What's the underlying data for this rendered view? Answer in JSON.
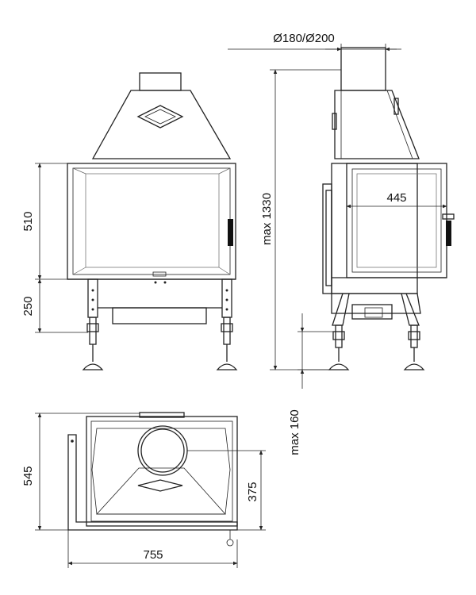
{
  "dimensions": {
    "flue_diameter": "Ø180/Ø200",
    "total_height": "max 1330",
    "door_height": "510",
    "leg_height": "250",
    "door_width": "445",
    "leg_adjust": "max 160",
    "depth": "545",
    "flue_offset": "375",
    "width": "755"
  },
  "colors": {
    "line": "#222222",
    "paper": "#ffffff"
  }
}
